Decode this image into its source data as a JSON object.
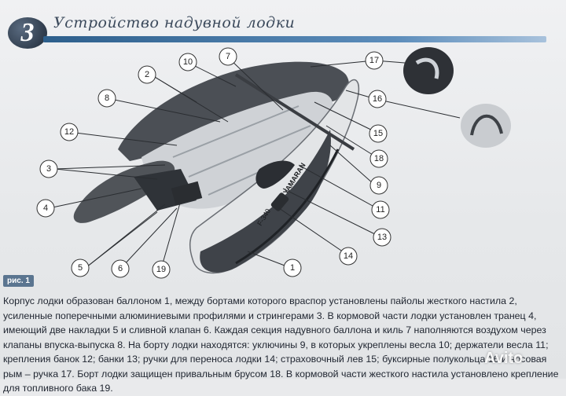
{
  "header": {
    "number": "3",
    "title": "Устройство надувной лодки"
  },
  "figure": {
    "label": "рис. 1",
    "boat_marking_model": "F-340",
    "boat_marking_brand": "YAMARAN"
  },
  "callouts": [
    "1",
    "2",
    "3",
    "4",
    "5",
    "6",
    "7",
    "8",
    "9",
    "10",
    "11",
    "12",
    "13",
    "14",
    "15",
    "16",
    "17",
    "18",
    "19"
  ],
  "description": "Корпус лодки образован баллоном 1, между бортами которого враспор установлены пайолы жесткого настила 2, усиленные поперечными алюминиевыми профилями и стрингерами 3. В кормовой части лодки установлен транец 4, имеющий две накладки 5 и сливной клапан 6. Каждая секция надувного баллона и киль 7 наполняются воздухом через клапаны впуска-выпуска 8. На борту лодки находятся: уключины 9, в которых укреплены весла 10; держатели весла 11; крепления банок 12; банки 13; ручки для переноса лодки 14; страховочный лев 15; буксирные полукольца 16 и носовая рым – ручка 17. Борт лодки защищен привальным брусом 18. В кормовой части жесткого настила установлено крепление для топливного бака 19.",
  "watermark": "Avito"
}
